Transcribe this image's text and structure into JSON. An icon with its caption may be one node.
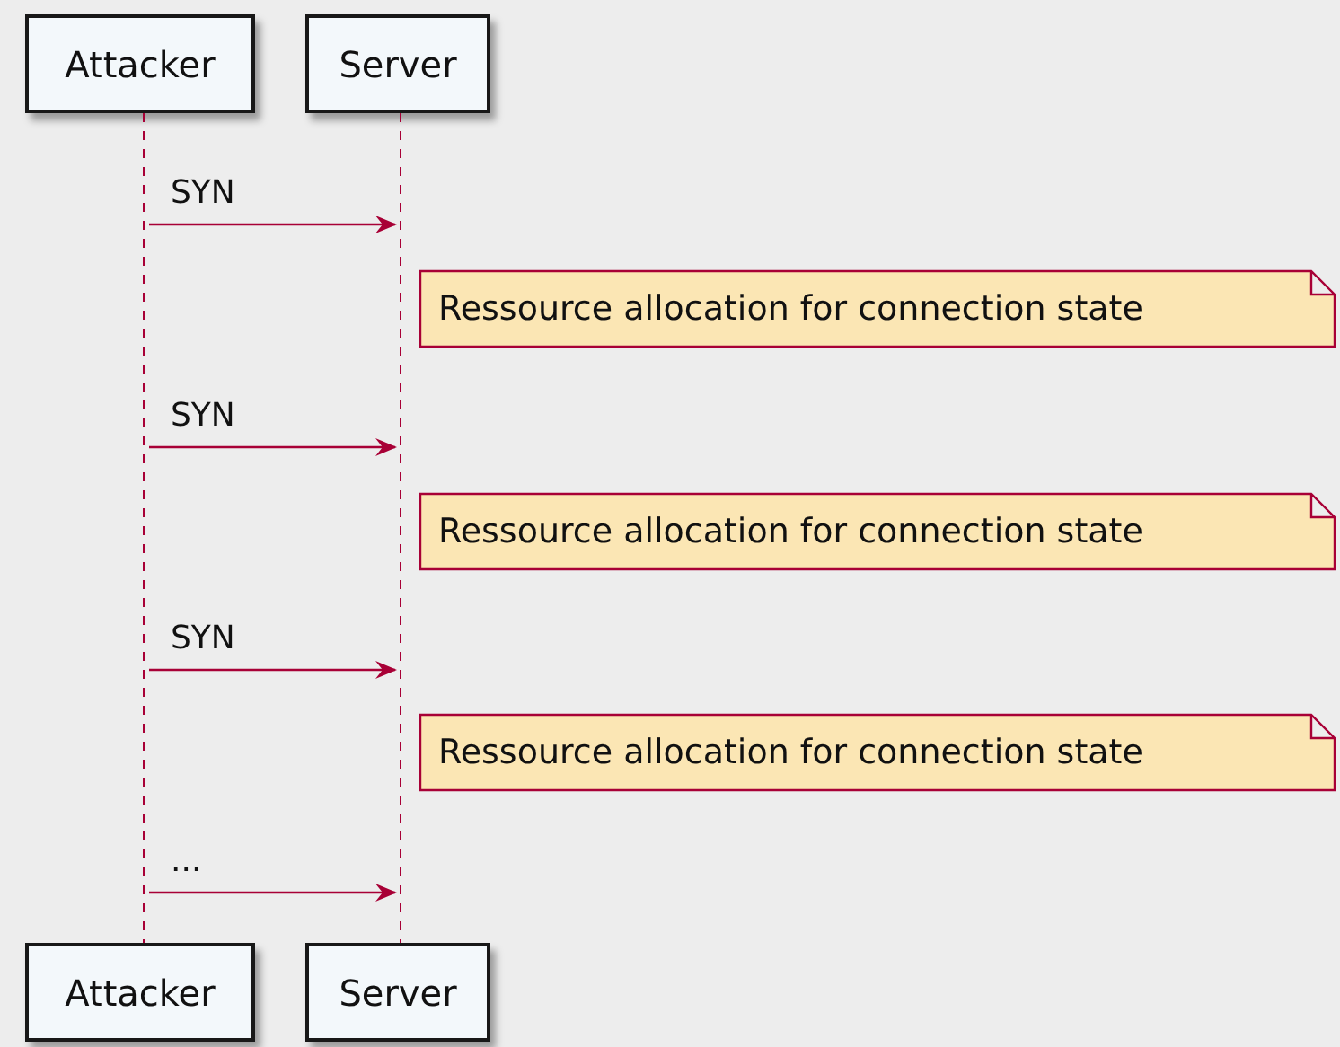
{
  "diagram": {
    "nodes": [
      {
        "text": [
          "Attacker"
        ]
      },
      {
        "text": [
          "Server"
        ]
      },
      {
        "text": [],
        "shape": "line"
      },
      {
        "text": [],
        "shape": "line"
      },
      {
        "text": [
          "Ressource allocation for connection state"
        ]
      },
      {
        "text": [
          "Ressource allocation for connection state"
        ]
      },
      {
        "text": [
          "Ressource allocation for connection state"
        ]
      },
      {
        "text": [
          "Attacker"
        ]
      },
      {
        "text": [
          "Server"
        ]
      }
    ],
    "edges": [
      {
        "from": 2,
        "to": 3,
        "arrow": "to",
        "label": "SYN"
      },
      {
        "from": 2,
        "to": 3,
        "arrow": "to",
        "label": "SYN"
      },
      {
        "from": 2,
        "to": 3,
        "arrow": "to",
        "label": "SYN"
      },
      {
        "from": 2,
        "to": 3,
        "arrow": "to",
        "label": "..."
      }
    ]
  }
}
